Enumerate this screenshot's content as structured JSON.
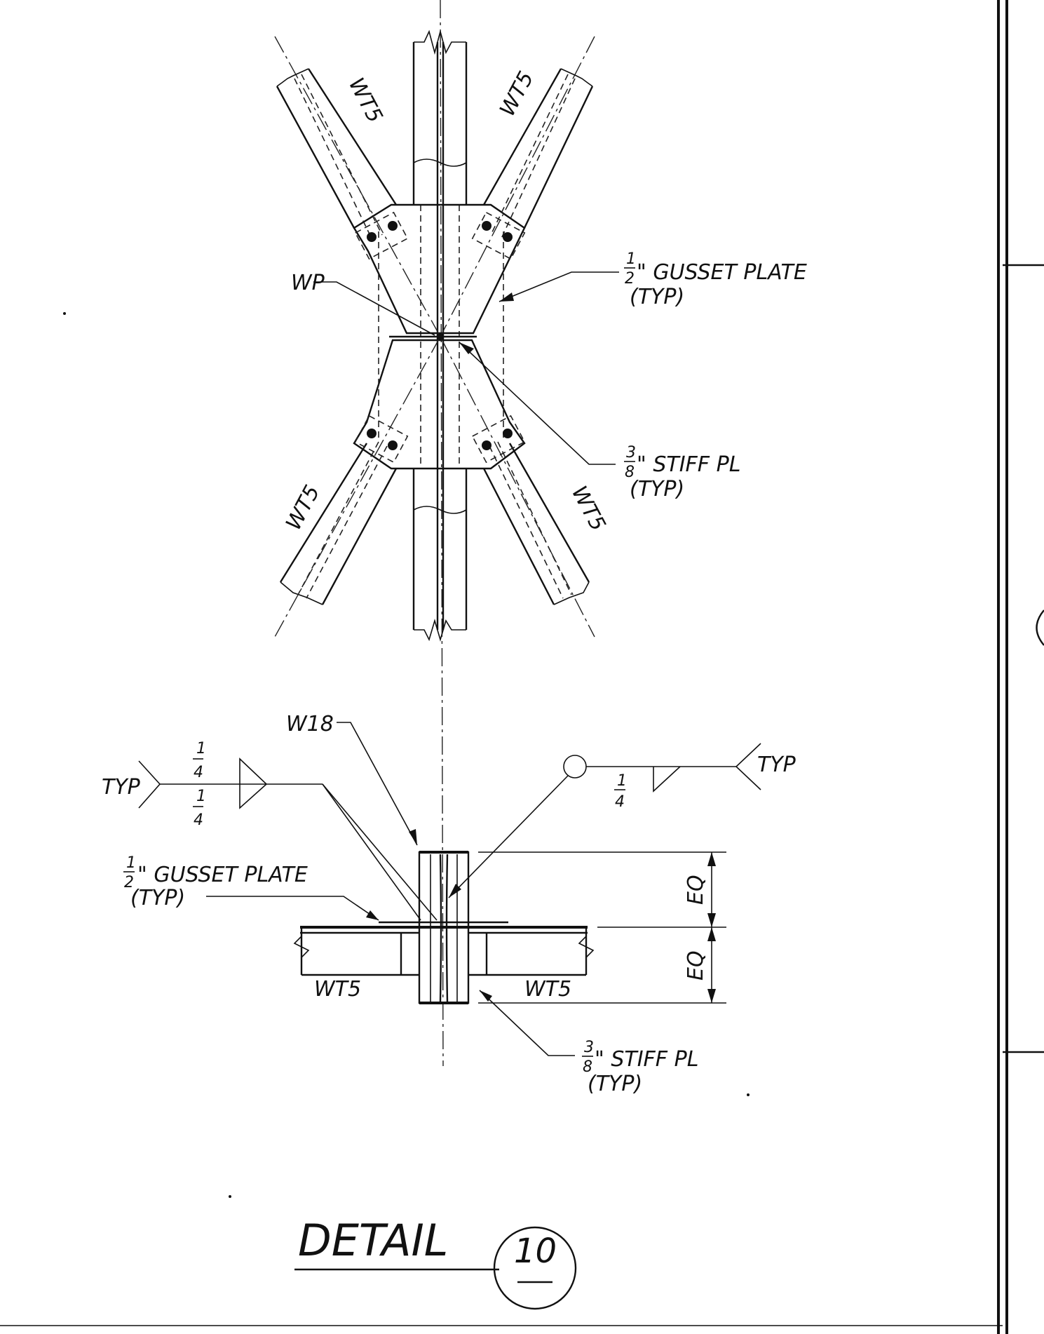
{
  "detail": {
    "title": "DETAIL",
    "number": "10"
  },
  "elevation": {
    "brace_labels": [
      "WT5",
      "WT5",
      "WT5",
      "WT5"
    ],
    "wp_label": "WP",
    "gusset_callout": {
      "num": "1",
      "den": "2",
      "text": "\" GUSSET PLATE",
      "typ": "(TYP)"
    },
    "stiffener_callout": {
      "num": "3",
      "den": "8",
      "text": "\" STIFF PL",
      "typ": "(TYP)"
    }
  },
  "section": {
    "beam_label": "W18",
    "brace_labels": [
      "WT5",
      "WT5"
    ],
    "weld_left": {
      "typ": "TYP",
      "top_num": "1",
      "top_den": "4",
      "bot_num": "1",
      "bot_den": "4"
    },
    "weld_right": {
      "typ": "TYP",
      "num": "1",
      "den": "4"
    },
    "gusset_callout": {
      "num": "1",
      "den": "2",
      "text": "\" GUSSET PLATE",
      "typ": "(TYP)"
    },
    "stiffener_callout": {
      "num": "3",
      "den": "8",
      "text": "\" STIFF PL",
      "typ": "(TYP)"
    },
    "dimensions": [
      "EQ",
      "EQ"
    ]
  }
}
